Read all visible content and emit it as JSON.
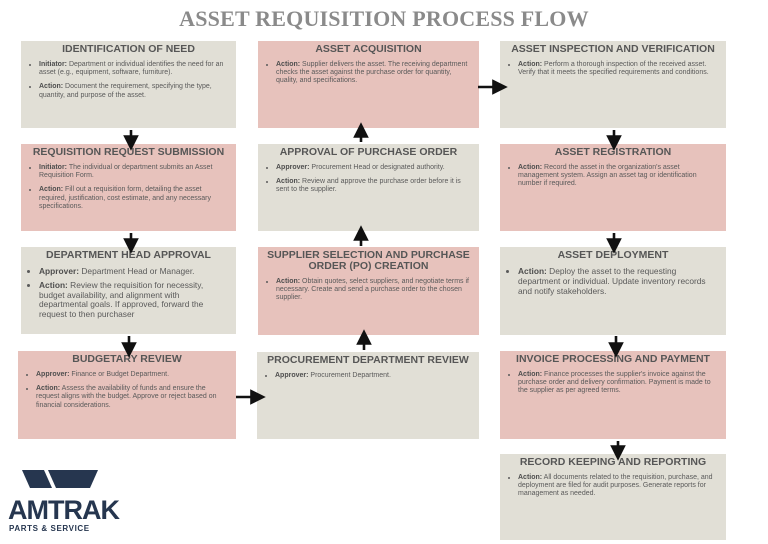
{
  "title": "ASSET REQUISITION PROCESS FLOW",
  "logo": {
    "name": "AMTRAK",
    "tagline": "PARTS & SERVICE",
    "color": "#26364f"
  },
  "colors": {
    "grey_box": "#e1dfd6",
    "pink_box": "#e7c2bc",
    "arrow": "#111111"
  },
  "steps": [
    {
      "title": "IDENTIFICATION OF NEED",
      "items": [
        {
          "label": "Initiator:",
          "text": " Department or individual identifies the need for an asset (e.g., equipment, software, furniture)."
        },
        {
          "label": "Action:",
          "text": " Document the requirement, specifying the type, quantity, and purpose of the asset."
        }
      ]
    },
    {
      "title": "REQUISITION REQUEST SUBMISSION",
      "items": [
        {
          "label": "Initiator:",
          "text": " The individual or department submits an Asset Requisition Form."
        },
        {
          "label": "Action:",
          "text": " Fill out a requisition form, detailing the asset required, justification, cost estimate, and any necessary specifications."
        }
      ]
    },
    {
      "title": "DEPARTMENT HEAD APPROVAL",
      "items": [
        {
          "label": "Approver:",
          "text": " Department Head or Manager."
        },
        {
          "label": "Action:",
          "text": " Review the requisition for necessity, budget availability, and alignment with departmental goals. If approved, forward the request to then purchaser"
        }
      ]
    },
    {
      "title": "BUDGETARY REVIEW",
      "items": [
        {
          "label": "Approver:",
          "text": " Finance or Budget Department."
        },
        {
          "label": "Action:",
          "text": " Assess the availability of funds and ensure the request aligns with the budget. Approve or reject based on financial considerations."
        }
      ]
    },
    {
      "title": "PROCUREMENT DEPARTMENT REVIEW",
      "items": [
        {
          "label": "Approver:",
          "text": " Procurement Department."
        }
      ]
    },
    {
      "title": "SUPPLIER SELECTION AND PURCHASE ORDER (PO) CREATION",
      "items": [
        {
          "label": "Action:",
          "text": " Obtain quotes, select suppliers, and negotiate terms if necessary. Create and send a purchase order to the chosen supplier."
        }
      ]
    },
    {
      "title": "APPROVAL OF PURCHASE ORDER",
      "items": [
        {
          "label": "Approver:",
          "text": " Procurement Head or designated authority."
        },
        {
          "label": "Action:",
          "text": " Review and approve the purchase order before it is sent to the supplier."
        }
      ]
    },
    {
      "title": "ASSET ACQUISITION",
      "items": [
        {
          "label": "Action:",
          "text": " Supplier delivers the asset. The receiving department checks the asset against the purchase order for quantity, quality, and specifications."
        }
      ]
    },
    {
      "title": "ASSET INSPECTION AND VERIFICATION",
      "items": [
        {
          "label": "Action:",
          "text": " Perform a thorough inspection of the received asset. Verify that it meets the specified requirements and conditions."
        }
      ]
    },
    {
      "title": "ASSET REGISTRATION",
      "items": [
        {
          "label": "Action:",
          "text": " Record the asset in the organization's asset management system. Assign an asset tag or identification number if required."
        }
      ]
    },
    {
      "title": "ASSET DEPLOYMENT",
      "items": [
        {
          "label": "Action:",
          "text": " Deploy the asset to the requesting department or individual. Update inventory records and notify stakeholders."
        }
      ]
    },
    {
      "title": "INVOICE PROCESSING AND PAYMENT",
      "items": [
        {
          "label": "Action:",
          "text": " Finance processes the supplier's invoice against the purchase order and delivery confirmation. Payment is made to the supplier as per agreed terms."
        }
      ]
    },
    {
      "title": "RECORD KEEPING AND REPORTING",
      "items": [
        {
          "label": "Action:",
          "text": " All documents related to the requisition, purchase, and deployment are filed for audit purposes. Generate reports for management as needed."
        }
      ]
    }
  ]
}
